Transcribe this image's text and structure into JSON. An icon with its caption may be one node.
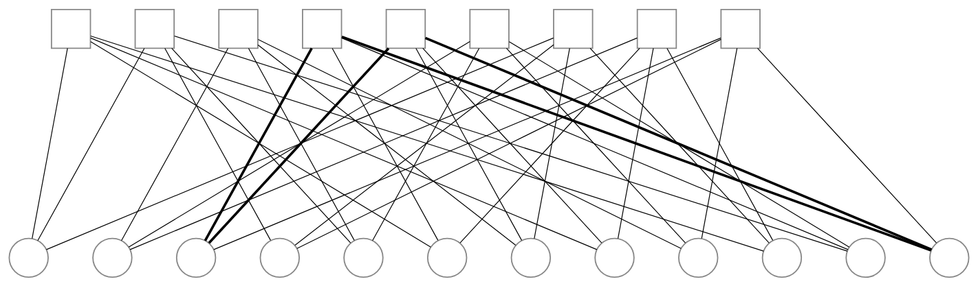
{
  "diagram": {
    "nodes": [
      {
        "text": [],
        "shape": "box"
      },
      {
        "text": [],
        "shape": "box"
      },
      {
        "text": [],
        "shape": "box"
      },
      {
        "text": [],
        "shape": "box"
      },
      {
        "text": [],
        "shape": "box"
      },
      {
        "text": [],
        "shape": "box"
      },
      {
        "text": [],
        "shape": "box"
      },
      {
        "text": [],
        "shape": "box"
      },
      {
        "text": [],
        "shape": "box"
      },
      {
        "text": [],
        "shape": "circle"
      },
      {
        "text": [],
        "shape": "circle"
      },
      {
        "text": [],
        "shape": "circle"
      },
      {
        "text": [],
        "shape": "circle"
      },
      {
        "text": [],
        "shape": "circle"
      },
      {
        "text": [],
        "shape": "circle"
      },
      {
        "text": [],
        "shape": "circle"
      },
      {
        "text": [],
        "shape": "circle"
      },
      {
        "text": [],
        "shape": "circle"
      },
      {
        "text": [],
        "shape": "circle"
      },
      {
        "text": [],
        "shape": "circle"
      },
      {
        "text": [],
        "shape": "circle"
      }
    ],
    "edges": [
      {
        "from": 0,
        "to": 9,
        "arrow": "none"
      },
      {
        "from": 0,
        "to": 14,
        "arrow": "none"
      },
      {
        "from": 0,
        "to": 16,
        "arrow": "none"
      },
      {
        "from": 0,
        "to": 18,
        "arrow": "none"
      },
      {
        "from": 1,
        "to": 9,
        "arrow": "none"
      },
      {
        "from": 1,
        "to": 12,
        "arrow": "none"
      },
      {
        "from": 1,
        "to": 13,
        "arrow": "none"
      },
      {
        "from": 1,
        "to": 19,
        "arrow": "none"
      },
      {
        "from": 2,
        "to": 10,
        "arrow": "none"
      },
      {
        "from": 2,
        "to": 13,
        "arrow": "none"
      },
      {
        "from": 2,
        "to": 15,
        "arrow": "none"
      },
      {
        "from": 2,
        "to": 17,
        "arrow": "none"
      },
      {
        "from": 3,
        "to": 11,
        "arrow": "none",
        "style": "thick"
      },
      {
        "from": 3,
        "to": 14,
        "arrow": "none"
      },
      {
        "from": 3,
        "to": 19,
        "arrow": "none"
      },
      {
        "from": 3,
        "to": 20,
        "arrow": "none",
        "style": "thick"
      },
      {
        "from": 4,
        "to": 11,
        "arrow": "none",
        "style": "thick"
      },
      {
        "from": 4,
        "to": 15,
        "arrow": "none"
      },
      {
        "from": 4,
        "to": 16,
        "arrow": "none"
      },
      {
        "from": 4,
        "to": 20,
        "arrow": "none",
        "style": "thick"
      },
      {
        "from": 5,
        "to": 10,
        "arrow": "none"
      },
      {
        "from": 5,
        "to": 13,
        "arrow": "none"
      },
      {
        "from": 5,
        "to": 17,
        "arrow": "none"
      },
      {
        "from": 5,
        "to": 19,
        "arrow": "none"
      },
      {
        "from": 6,
        "to": 9,
        "arrow": "none"
      },
      {
        "from": 6,
        "to": 12,
        "arrow": "none"
      },
      {
        "from": 6,
        "to": 15,
        "arrow": "none"
      },
      {
        "from": 6,
        "to": 18,
        "arrow": "none"
      },
      {
        "from": 7,
        "to": 10,
        "arrow": "none"
      },
      {
        "from": 7,
        "to": 14,
        "arrow": "none"
      },
      {
        "from": 7,
        "to": 16,
        "arrow": "none"
      },
      {
        "from": 7,
        "to": 18,
        "arrow": "none"
      },
      {
        "from": 8,
        "to": 11,
        "arrow": "none"
      },
      {
        "from": 8,
        "to": 12,
        "arrow": "none"
      },
      {
        "from": 8,
        "to": 17,
        "arrow": "none"
      },
      {
        "from": 8,
        "to": 20,
        "arrow": "none"
      }
    ]
  }
}
